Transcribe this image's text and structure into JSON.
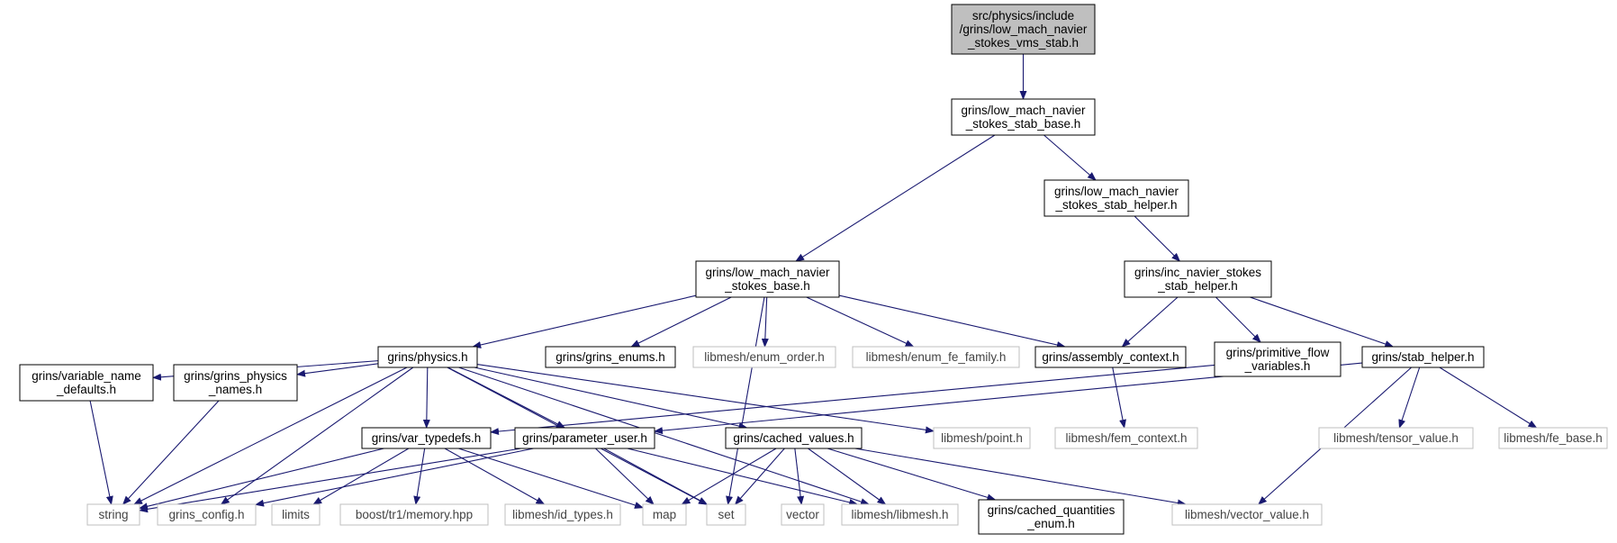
{
  "colors": {
    "edge": "#191970",
    "root_fill": "#bfbfbf",
    "node_border": "#000000",
    "external_border": "#bfbfbf",
    "background": "#ffffff"
  },
  "nodes": [
    {
      "id": "root",
      "lines": [
        "src/physics/include",
        "/grins/low_mach_navier",
        "_stokes_vms_stab.h"
      ],
      "kind": "root"
    },
    {
      "id": "stab_base",
      "lines": [
        "grins/low_mach_navier",
        "_stokes_stab_base.h"
      ],
      "kind": "local"
    },
    {
      "id": "stab_helper_lm",
      "lines": [
        "grins/low_mach_navier",
        "_stokes_stab_helper.h"
      ],
      "kind": "local"
    },
    {
      "id": "lm_base",
      "lines": [
        "grins/low_mach_navier",
        "_stokes_base.h"
      ],
      "kind": "local"
    },
    {
      "id": "inc_helper",
      "lines": [
        "grins/inc_navier_stokes",
        "_stab_helper.h"
      ],
      "kind": "local"
    },
    {
      "id": "physics",
      "lines": [
        "grins/physics.h"
      ],
      "kind": "local"
    },
    {
      "id": "grins_enums",
      "lines": [
        "grins/grins_enums.h"
      ],
      "kind": "local"
    },
    {
      "id": "enum_order",
      "lines": [
        "libmesh/enum_order.h"
      ],
      "kind": "external"
    },
    {
      "id": "enum_fe_family",
      "lines": [
        "libmesh/enum_fe_family.h"
      ],
      "kind": "external"
    },
    {
      "id": "assembly_context",
      "lines": [
        "grins/assembly_context.h"
      ],
      "kind": "local"
    },
    {
      "id": "primitive_flow",
      "lines": [
        "grins/primitive_flow",
        "_variables.h"
      ],
      "kind": "local"
    },
    {
      "id": "stab_helper",
      "lines": [
        "grins/stab_helper.h"
      ],
      "kind": "local"
    },
    {
      "id": "variable_name_defaults",
      "lines": [
        "grins/variable_name",
        "_defaults.h"
      ],
      "kind": "local"
    },
    {
      "id": "grins_physics_names",
      "lines": [
        "grins/grins_physics",
        "_names.h"
      ],
      "kind": "local"
    },
    {
      "id": "var_typedefs",
      "lines": [
        "grins/var_typedefs.h"
      ],
      "kind": "local"
    },
    {
      "id": "parameter_user",
      "lines": [
        "grins/parameter_user.h"
      ],
      "kind": "local"
    },
    {
      "id": "cached_values",
      "lines": [
        "grins/cached_values.h"
      ],
      "kind": "local"
    },
    {
      "id": "point",
      "lines": [
        "libmesh/point.h"
      ],
      "kind": "external"
    },
    {
      "id": "fem_context",
      "lines": [
        "libmesh/fem_context.h"
      ],
      "kind": "external"
    },
    {
      "id": "tensor_value",
      "lines": [
        "libmesh/tensor_value.h"
      ],
      "kind": "external"
    },
    {
      "id": "fe_base",
      "lines": [
        "libmesh/fe_base.h"
      ],
      "kind": "external"
    },
    {
      "id": "string",
      "lines": [
        "string"
      ],
      "kind": "external"
    },
    {
      "id": "grins_config",
      "lines": [
        "grins_config.h"
      ],
      "kind": "external"
    },
    {
      "id": "limits",
      "lines": [
        "limits"
      ],
      "kind": "external"
    },
    {
      "id": "boost_memory",
      "lines": [
        "boost/tr1/memory.hpp"
      ],
      "kind": "external"
    },
    {
      "id": "id_types",
      "lines": [
        "libmesh/id_types.h"
      ],
      "kind": "external"
    },
    {
      "id": "map",
      "lines": [
        "map"
      ],
      "kind": "external"
    },
    {
      "id": "set",
      "lines": [
        "set"
      ],
      "kind": "external"
    },
    {
      "id": "vector",
      "lines": [
        "vector"
      ],
      "kind": "external"
    },
    {
      "id": "libmesh",
      "lines": [
        "libmesh/libmesh.h"
      ],
      "kind": "external"
    },
    {
      "id": "cached_quantities_enum",
      "lines": [
        "grins/cached_quantities",
        "_enum.h"
      ],
      "kind": "local"
    },
    {
      "id": "vector_value",
      "lines": [
        "libmesh/vector_value.h"
      ],
      "kind": "external"
    }
  ],
  "edges": [
    [
      "root",
      "stab_base"
    ],
    [
      "stab_base",
      "lm_base"
    ],
    [
      "stab_base",
      "stab_helper_lm"
    ],
    [
      "stab_helper_lm",
      "inc_helper"
    ],
    [
      "lm_base",
      "physics"
    ],
    [
      "lm_base",
      "grins_enums"
    ],
    [
      "lm_base",
      "enum_order"
    ],
    [
      "lm_base",
      "enum_fe_family"
    ],
    [
      "lm_base",
      "assembly_context"
    ],
    [
      "lm_base",
      "set"
    ],
    [
      "inc_helper",
      "assembly_context"
    ],
    [
      "inc_helper",
      "primitive_flow"
    ],
    [
      "inc_helper",
      "stab_helper"
    ],
    [
      "assembly_context",
      "fem_context"
    ],
    [
      "primitive_flow",
      "var_typedefs"
    ],
    [
      "stab_helper",
      "parameter_user"
    ],
    [
      "stab_helper",
      "tensor_value"
    ],
    [
      "stab_helper",
      "fe_base"
    ],
    [
      "stab_helper",
      "vector_value"
    ],
    [
      "physics",
      "string"
    ],
    [
      "physics",
      "variable_name_defaults"
    ],
    [
      "physics",
      "grins_physics_names"
    ],
    [
      "physics",
      "var_typedefs"
    ],
    [
      "physics",
      "parameter_user"
    ],
    [
      "physics",
      "cached_values"
    ],
    [
      "physics",
      "point"
    ],
    [
      "physics",
      "libmesh"
    ],
    [
      "physics",
      "grins_config"
    ],
    [
      "physics",
      "set"
    ],
    [
      "variable_name_defaults",
      "string"
    ],
    [
      "grins_physics_names",
      "string"
    ],
    [
      "var_typedefs",
      "string"
    ],
    [
      "var_typedefs",
      "limits"
    ],
    [
      "var_typedefs",
      "boost_memory"
    ],
    [
      "var_typedefs",
      "id_types"
    ],
    [
      "var_typedefs",
      "map"
    ],
    [
      "parameter_user",
      "string"
    ],
    [
      "parameter_user",
      "grins_config"
    ],
    [
      "parameter_user",
      "map"
    ],
    [
      "parameter_user",
      "set"
    ],
    [
      "parameter_user",
      "libmesh"
    ],
    [
      "cached_values",
      "map"
    ],
    [
      "cached_values",
      "set"
    ],
    [
      "cached_values",
      "vector"
    ],
    [
      "cached_values",
      "libmesh"
    ],
    [
      "cached_values",
      "cached_quantities_enum"
    ],
    [
      "cached_values",
      "vector_value"
    ]
  ]
}
